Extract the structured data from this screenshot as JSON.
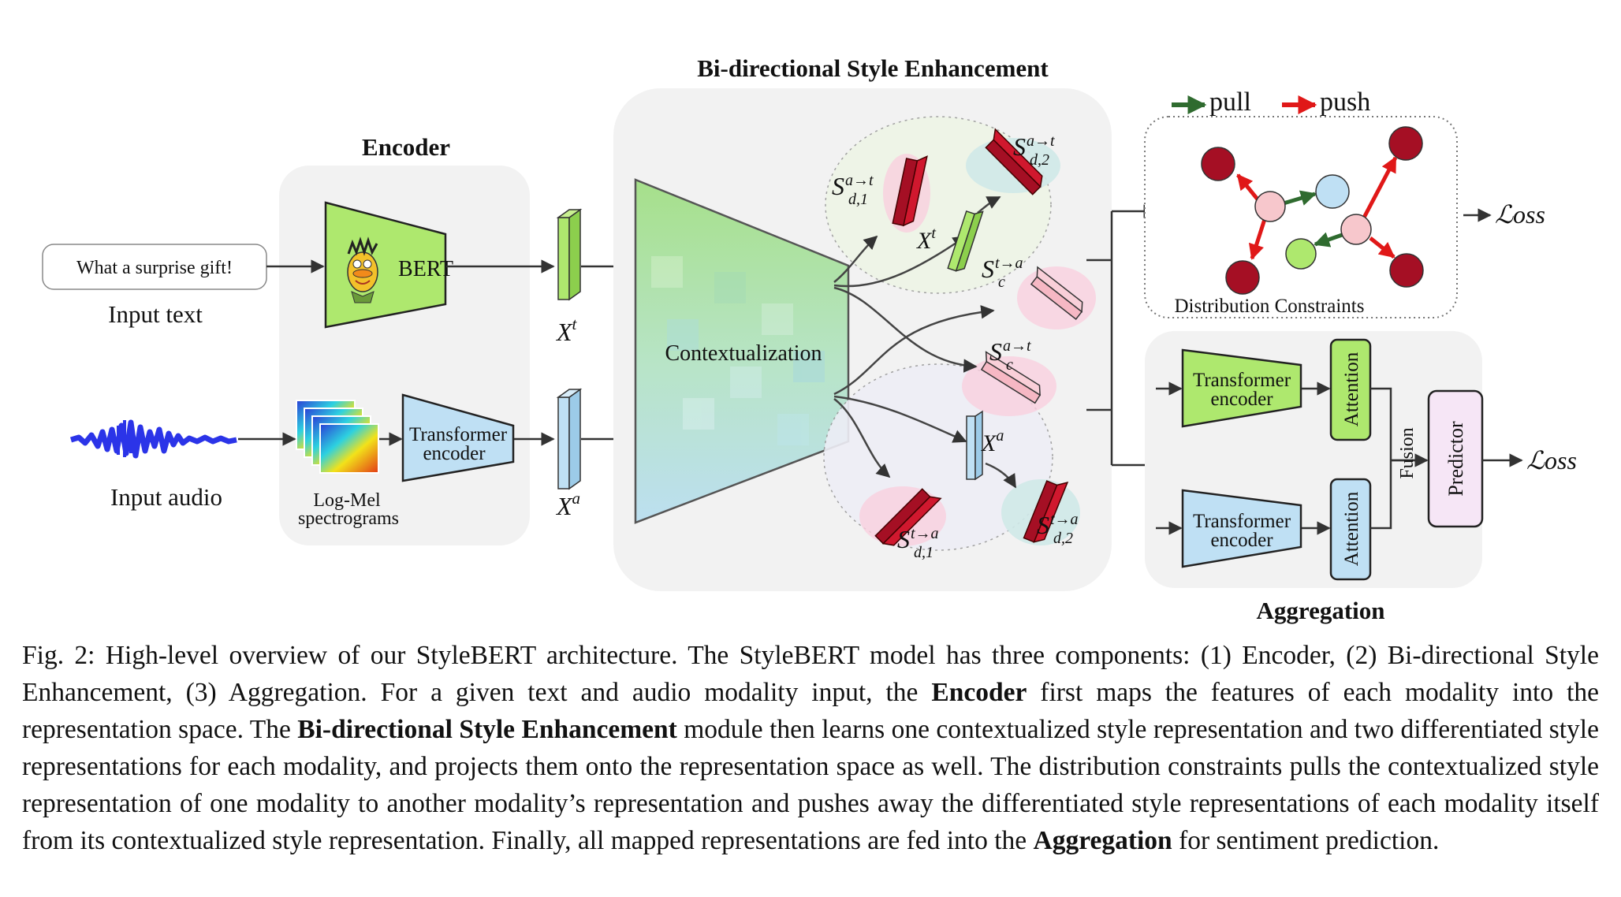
{
  "titles": {
    "encoder": "Encoder",
    "bse": "Bi-directional Style Enhancement",
    "aggregation": "Aggregation"
  },
  "inputs": {
    "text_bubble": "What a surprise gift!",
    "text_label": "Input text",
    "audio_label": "Input audio"
  },
  "encoder": {
    "bert": "BERT",
    "transformer_l1": "Transformer",
    "transformer_l2": "encoder",
    "logmel_l1": "Log-Mel",
    "logmel_l2": "spectrograms"
  },
  "symbols": {
    "X": "X",
    "t": "t",
    "a": "a",
    "S": "S",
    "sd1_at_sup": "a→t",
    "sd1_at_sub": "d,1",
    "sd2_at_sup": "a→t",
    "sd2_at_sub": "d,2",
    "sc_ta_sup": "t→a",
    "sc_ta_sub": "c",
    "sc_at_sup": "a→t",
    "sc_at_sub": "c",
    "sd1_ta_sup": "t→a",
    "sd1_ta_sub": "d,1",
    "sd2_ta_sup": "t→a",
    "sd2_ta_sub": "d,2"
  },
  "bse": {
    "contextualization": "Contextualization"
  },
  "legend": {
    "pull": "pull",
    "push": "push"
  },
  "distribution": {
    "label": "Distribution Constraints",
    "loss": "ℒoss"
  },
  "aggregation": {
    "transformer_l1": "Transformer",
    "transformer_l2": "encoder",
    "attention": "Attention",
    "fusion": "Fusion",
    "predictor": "Predictor",
    "loss": "ℒoss"
  },
  "colors": {
    "green": "#aee86e",
    "blue": "#bfe0f4",
    "pink": "#f9d0de",
    "dark_red": "#a50f24",
    "pull_arrow": "#2f6b2f",
    "push_arrow": "#e01818",
    "panel": "#f2f2f2"
  },
  "caption": {
    "p1": "Fig. 2: High-level overview of our StyleBERT architecture. The StyleBERT model has three components: (1) Encoder, (2) Bi-directional Style Enhancement, (3) Aggregation. For a given text and audio modality input, the ",
    "b1": "Encoder",
    "p2": " first maps the features of each modality into the representation space. The ",
    "b2": "Bi-directional Style Enhancement",
    "p3": " module then learns one contextualized style representation and two differentiated style representations for each modality, and projects them onto the representation space as well. The distribution constraints pulls the contextualized style representation of one modality to another modality’s representation and pushes away the differentiated style representations of each modality itself from its contextualized style representation. Finally, all mapped representations are fed into the ",
    "b3": "Aggregation",
    "p4": " for sentiment prediction."
  }
}
